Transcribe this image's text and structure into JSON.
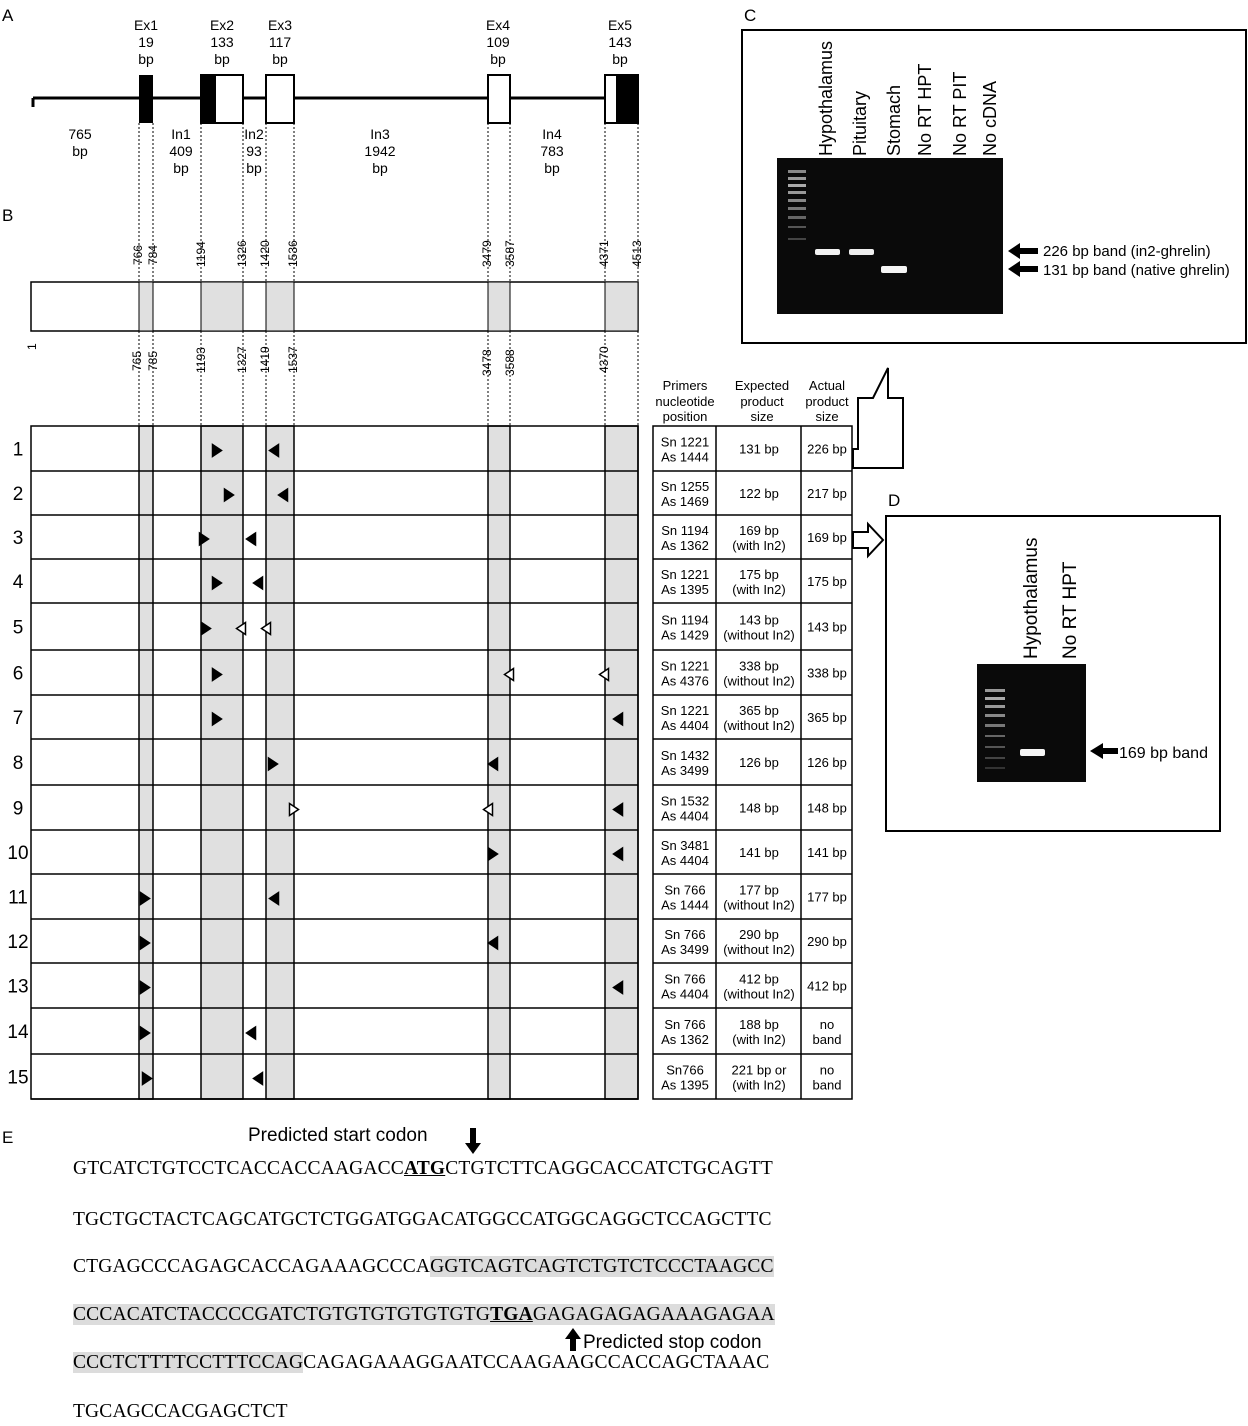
{
  "panels": {
    "a": "A",
    "b": "B",
    "c": "C",
    "d": "D",
    "e": "E"
  },
  "gene": {
    "exons": [
      {
        "name": "Ex1",
        "size": "19",
        "unit": "bp"
      },
      {
        "name": "Ex2",
        "size": "133",
        "unit": "bp"
      },
      {
        "name": "Ex3",
        "size": "117",
        "unit": "bp"
      },
      {
        "name": "Ex4",
        "size": "109",
        "unit": "bp"
      },
      {
        "name": "Ex5",
        "size": "143",
        "unit": "bp"
      }
    ],
    "upstream": {
      "size": "765",
      "unit": "bp"
    },
    "introns": [
      {
        "name": "In1",
        "size": "409",
        "unit": "bp"
      },
      {
        "name": "In2",
        "size": "93",
        "unit": "bp"
      },
      {
        "name": "In3",
        "size": "1942",
        "unit": "bp"
      },
      {
        "name": "In4",
        "size": "783",
        "unit": "bp"
      }
    ]
  },
  "positions": {
    "top": [
      "766",
      "784",
      "1194",
      "1326",
      "1420",
      "1536",
      "3479",
      "3587",
      "4371",
      "4513"
    ],
    "bottom": [
      "765",
      "785",
      "1193",
      "1327",
      "1419",
      "1537",
      "3478",
      "3588",
      "4370"
    ],
    "origin": "1"
  },
  "table": {
    "headers": [
      [
        "Primers",
        "nucleotide",
        "position"
      ],
      [
        "Expected",
        "product",
        "size"
      ],
      [
        "Actual",
        "product",
        "size"
      ]
    ],
    "rows": [
      {
        "n": "1",
        "primer": [
          "Sn 1221",
          "As 1444"
        ],
        "expected": [
          "131 bp"
        ],
        "actual": [
          "226 bp"
        ]
      },
      {
        "n": "2",
        "primer": [
          "Sn 1255",
          "As 1469"
        ],
        "expected": [
          "122 bp"
        ],
        "actual": [
          "217 bp"
        ]
      },
      {
        "n": "3",
        "primer": [
          "Sn 1194",
          "As 1362"
        ],
        "expected": [
          "169 bp",
          "(with In2)"
        ],
        "actual": [
          "169 bp"
        ]
      },
      {
        "n": "4",
        "primer": [
          "Sn 1221",
          "As 1395"
        ],
        "expected": [
          "175 bp",
          "(with In2)"
        ],
        "actual": [
          "175 bp"
        ]
      },
      {
        "n": "5",
        "primer": [
          "Sn 1194",
          "As 1429"
        ],
        "expected": [
          "143 bp",
          "(without In2)"
        ],
        "actual": [
          "143 bp"
        ]
      },
      {
        "n": "6",
        "primer": [
          "Sn 1221",
          "As 4376"
        ],
        "expected": [
          "338 bp",
          "(without In2)"
        ],
        "actual": [
          "338 bp"
        ]
      },
      {
        "n": "7",
        "primer": [
          "Sn 1221",
          "As 4404"
        ],
        "expected": [
          "365 bp",
          "(without In2)"
        ],
        "actual": [
          "365 bp"
        ]
      },
      {
        "n": "8",
        "primer": [
          "Sn 1432",
          "As 3499"
        ],
        "expected": [
          "126 bp"
        ],
        "actual": [
          "126 bp"
        ]
      },
      {
        "n": "9",
        "primer": [
          "Sn 1532",
          "As 4404"
        ],
        "expected": [
          "148 bp"
        ],
        "actual": [
          "148 bp"
        ]
      },
      {
        "n": "10",
        "primer": [
          "Sn 3481",
          "As 4404"
        ],
        "expected": [
          "141 bp"
        ],
        "actual": [
          "141 bp"
        ]
      },
      {
        "n": "11",
        "primer": [
          "Sn 766",
          "As 1444"
        ],
        "expected": [
          "177 bp",
          "(without In2)"
        ],
        "actual": [
          "177 bp"
        ]
      },
      {
        "n": "12",
        "primer": [
          "Sn 766",
          "As 3499"
        ],
        "expected": [
          "290 bp",
          "(without In2)"
        ],
        "actual": [
          "290 bp"
        ]
      },
      {
        "n": "13",
        "primer": [
          "Sn 766",
          "As 4404"
        ],
        "expected": [
          "412 bp",
          "(without In2)"
        ],
        "actual": [
          "412 bp"
        ]
      },
      {
        "n": "14",
        "primer": [
          "Sn 766",
          "As 1362"
        ],
        "expected": [
          "188 bp",
          "(with In2)"
        ],
        "actual": [
          "no",
          "band"
        ]
      },
      {
        "n": "15",
        "primer": [
          "Sn766",
          "As 1395"
        ],
        "expected": [
          "221 bp or",
          "(with In2)"
        ],
        "actual": [
          "no",
          "band"
        ]
      }
    ]
  },
  "gel_c": {
    "lanes": [
      "Hypothalamus",
      "Pituitary",
      "Stomach",
      "No RT HPT",
      "No RT PIT",
      "No cDNA"
    ],
    "bands": [
      "226 bp band (in2-ghrelin)",
      "131 bp band (native ghrelin)"
    ]
  },
  "gel_d": {
    "lanes": [
      "Hypothalamus",
      "No RT HPT"
    ],
    "band": "169 bp band"
  },
  "sequence": {
    "start_label": "Predicted start codon",
    "stop_label": "Predicted stop codon",
    "l1a": "GTCATCTGTCCTCACCACCAAGACC",
    "l1b": "ATG",
    "l1c": "CTGTCTTCAGGCACCATCTGCAGTT",
    "l2": "TGCTGCTACTCAGCATGCTCTGGATGGACATGGCCATGGCAGGCTCCAGCTTC",
    "l3a": "CTGAGCCCAGAGCACCAGAAAGCCCA",
    "l3b": "GGTCAGTCAGTCTGTCTCCCTAAGCC",
    "l4a": "CCCACATCTACCCCGATCTGTGTGTGTGTGTG",
    "l4b": "TGA",
    "l4c": "GAGAGAGAGAAAGAGAA",
    "l5a": "CCCTCTTTTCCTTTCCAG",
    "l5b": "CAGAGAAAGGAATCCAAGAAGCCACCAGCTAAAC",
    "l6": "TGCAGCCACGAGCTCT"
  }
}
